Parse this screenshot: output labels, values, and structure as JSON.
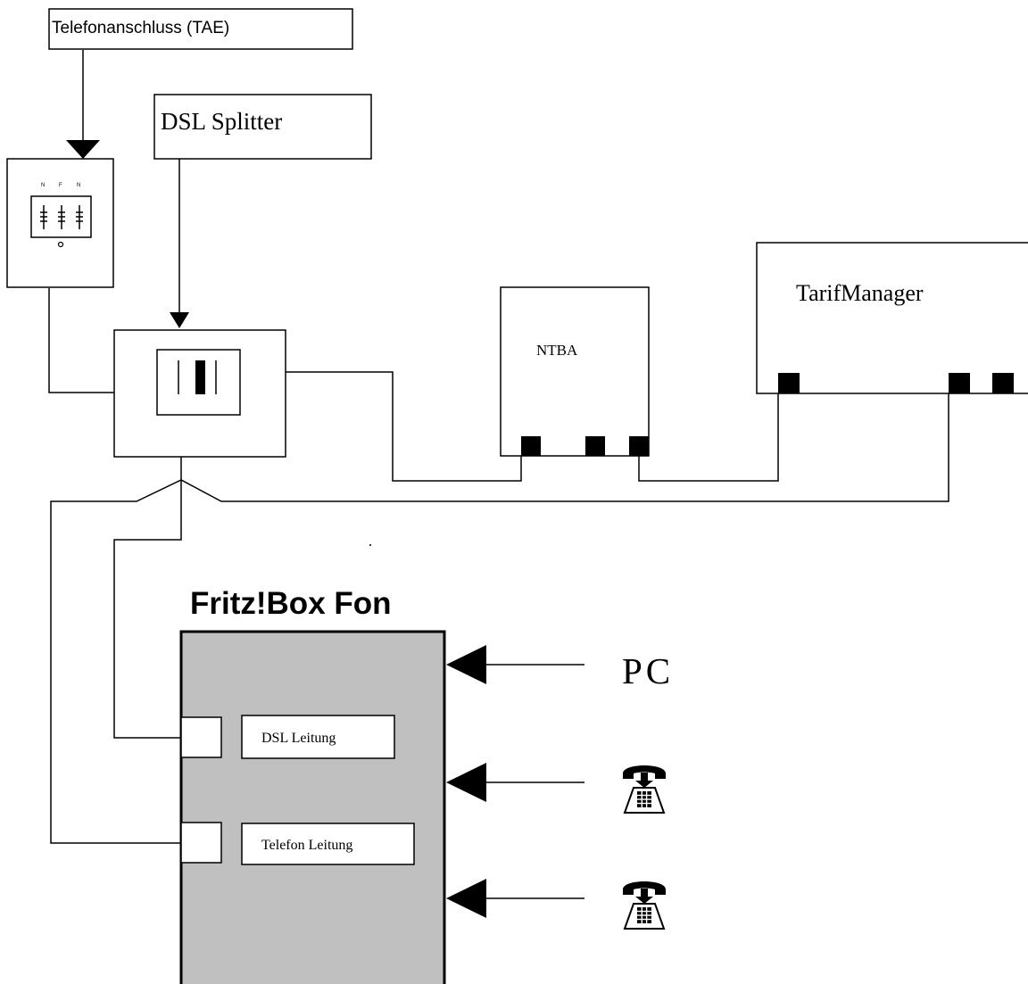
{
  "labels": {
    "tae": "Telefonanschluss (TAE)",
    "splitter": "DSL Splitter",
    "ntba": "NTBA",
    "tarif": "TarifManager",
    "fritzbox": "Fritz!Box Fon",
    "pc": "PC",
    "dsl_port": "DSL Leitung",
    "phone_port": "Telefon Leitung",
    "tae_pins": [
      "N",
      "F",
      "N"
    ]
  },
  "icons": {
    "telephone_1": "telephone-icon",
    "telephone_2": "telephone-icon"
  },
  "colors": {
    "line": "#000000",
    "fritzbox_fill": "#c0c0c0",
    "port_fill": "#000000",
    "background": "#ffffff"
  }
}
